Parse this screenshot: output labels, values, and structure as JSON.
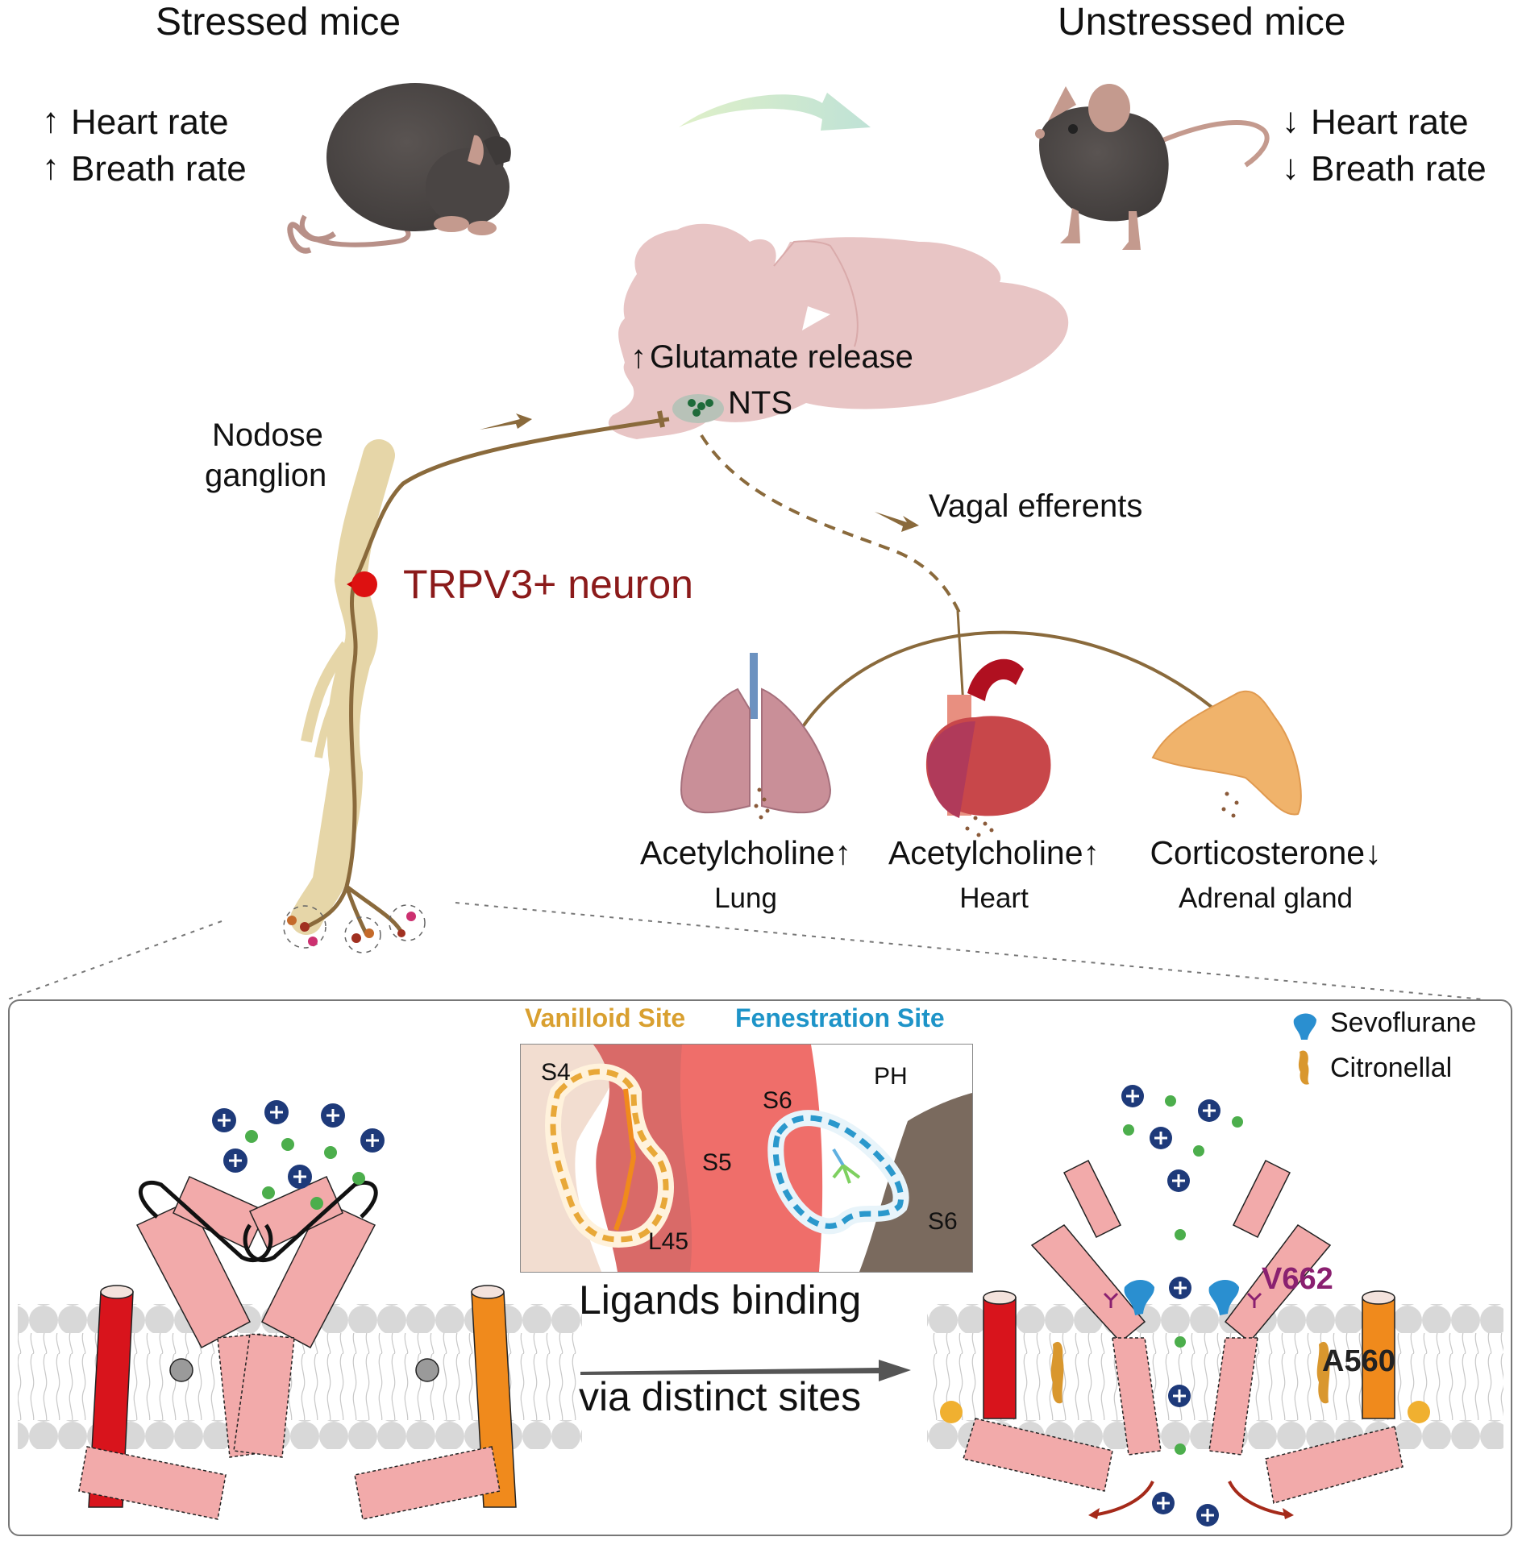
{
  "top": {
    "stressed": {
      "title": "Stressed mice",
      "effects": [
        {
          "arrow": "up",
          "label": "Heart rate"
        },
        {
          "arrow": "up",
          "label": "Breath rate"
        }
      ]
    },
    "unstressed": {
      "title": "Unstressed mice",
      "effects": [
        {
          "arrow": "down",
          "label": "Heart rate"
        },
        {
          "arrow": "down",
          "label": "Breath rate"
        }
      ]
    },
    "transition_arrow": "curved-arrow-right"
  },
  "pathway": {
    "glutamate": {
      "arrow": "up",
      "label": "Glutamate release"
    },
    "nts_label": "NTS",
    "nodose_label_line1": "Nodose",
    "nodose_label_line2": "ganglion",
    "neuron_label": "TRPV3+ neuron",
    "efferent_label": "Vagal efferents",
    "colors": {
      "neuron": "#8b1a1a",
      "nerve": "#8a6a3c",
      "brain": "#e8c4c4"
    }
  },
  "organs": [
    {
      "name": "Lung",
      "molecule": "Acetylcholine",
      "change": "up"
    },
    {
      "name": "Heart",
      "molecule": "Acetylcholine",
      "change": "up"
    },
    {
      "name": "Adrenal gland",
      "molecule": "Corticosterone",
      "change": "down"
    }
  ],
  "mechanism": {
    "inset": {
      "vanilloid_title": "Vanilloid Site",
      "fenestration_title": "Fenestration Site",
      "labels": {
        "s4": "S4",
        "s5": "S5",
        "s6a": "S6",
        "ph": "PH",
        "s6b": "S6",
        "l45": "L45"
      },
      "colors": {
        "vanilloid": "#e8a838",
        "fenestration": "#2a98cc"
      }
    },
    "legend": [
      {
        "icon": "sevoflurane-icon",
        "label": "Sevoflurane",
        "color": "#2a8fd0"
      },
      {
        "icon": "citronellal-icon",
        "label": "Citronellal",
        "color": "#d9972e"
      }
    ],
    "arrow_line1": "Ligands binding",
    "arrow_line2": "via distinct sites",
    "residues": {
      "v662": "V662",
      "a560": "A560"
    },
    "colors": {
      "v662": "#8a2070",
      "helix": "#f2aaaa",
      "s1": "#d8141c",
      "s4": "#f08a1c",
      "cation_large": "#1e3a7a",
      "cation_small": "#4cae4c"
    }
  }
}
